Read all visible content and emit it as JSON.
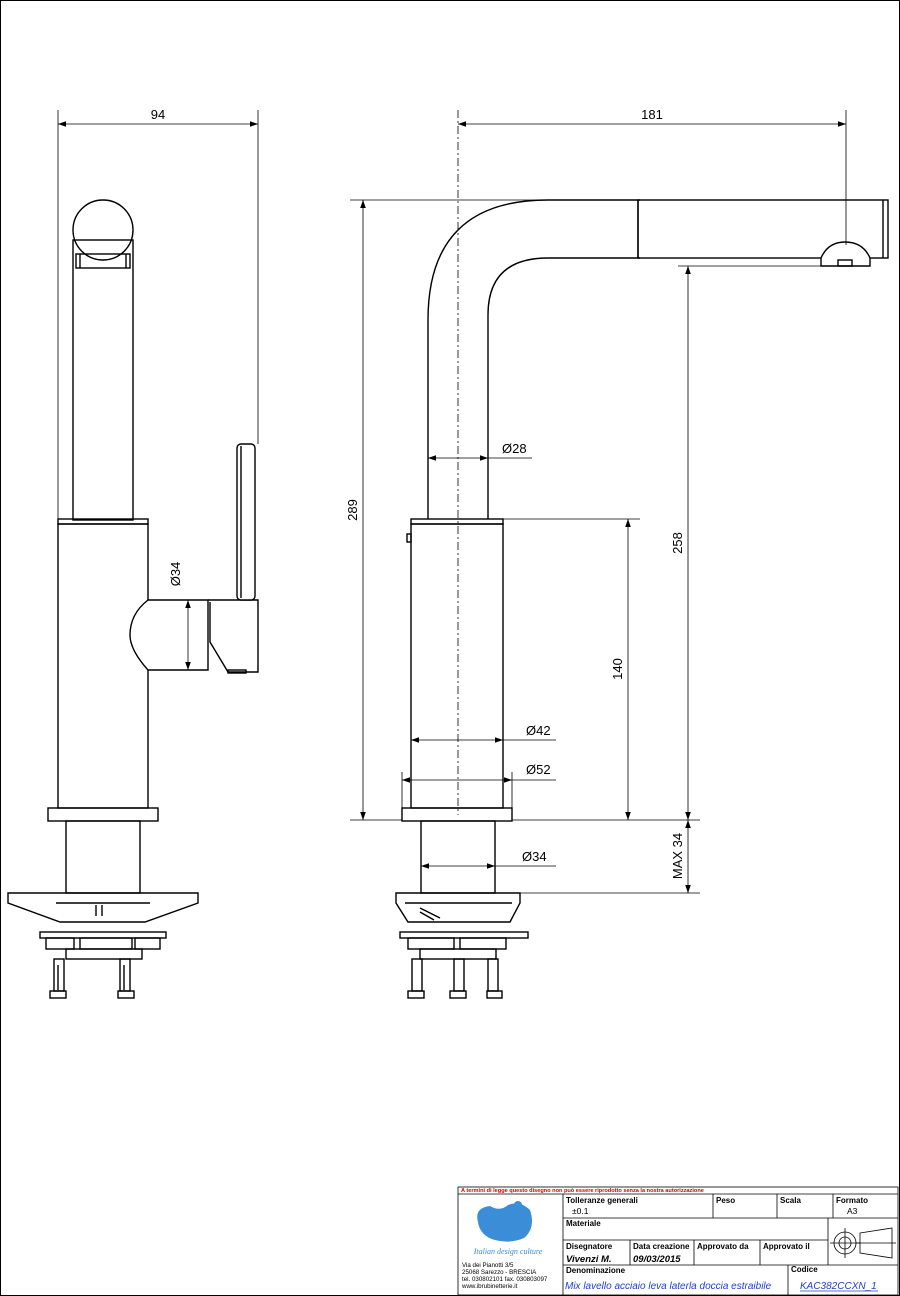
{
  "dimensions": {
    "width_side": "94",
    "width_front": "181",
    "total_height": "289",
    "spout_height": "258",
    "body_height": "140",
    "max_thickness": "MAX 34",
    "dia_spout": "Ø28",
    "dia_lever_hub": "Ø34",
    "dia_body": "Ø42",
    "dia_base": "Ø52",
    "dia_shank": "Ø34"
  },
  "title_block": {
    "copyright_notice": "A termini di legge questo disegno non può essere riprodotto senza la nostra autorizzazione",
    "company": {
      "slogan": "Italian design culture",
      "address_line1": "Via dei Pianotti 3/5",
      "address_line2": "25068 Sarezzo - BRESCIA",
      "address_line3": "tel. 030802101 fax. 030803097",
      "website": "www.ibrubinetterie.it"
    },
    "tolerances_label": "Tolleranze generali",
    "tolerances_value": "±0.1",
    "weight_label": "Peso",
    "scale_label": "Scala",
    "format_label": "Formato",
    "format_value": "A3",
    "material_label": "Materiale",
    "designer_label": "Disegnatore",
    "designer_value": "Vivenzi M.",
    "created_label": "Data creazione",
    "created_value": "09/03/2015",
    "approved_by_label": "Approvato da",
    "approved_on_label": "Approvato il",
    "name_label": "Denominazione",
    "name_value": "Mix lavello acciaio leva laterla doccia estraibile",
    "code_label": "Codice",
    "code_value": "KAC382CCXN_1"
  }
}
